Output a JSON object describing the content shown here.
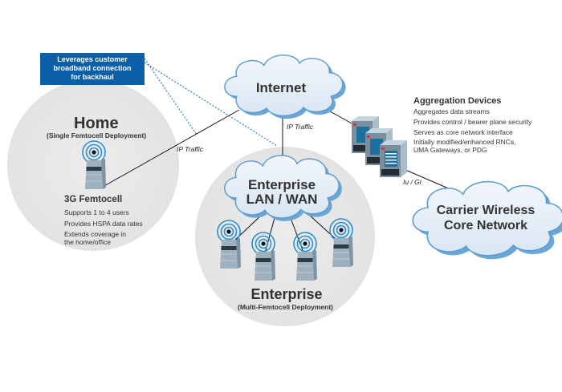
{
  "callout": {
    "lines": [
      "Leverages customer",
      "broadband connection",
      "for backhaul"
    ],
    "color": "#0b5ea8"
  },
  "home": {
    "title": "Home",
    "subtitle": "(Single Femtocell Deployment)",
    "device_title": "3G Femtocell",
    "bullets": [
      "Supports 1 to 4 users",
      "Provides HSPA data rates",
      "Extends coverage in",
      "the home/office"
    ]
  },
  "internet": {
    "label": "Internet"
  },
  "enterprise_cloud": {
    "line1": "Enterprise",
    "line2": "LAN / WAN"
  },
  "enterprise": {
    "title": "Enterprise",
    "subtitle": "(Multi-Femtocell Deployment)"
  },
  "carrier": {
    "line1": "Carrier Wireless",
    "line2": "Core Network"
  },
  "aggregation": {
    "title": "Aggregation Devices",
    "bullets": [
      "Aggregates data streams",
      "Provides control / bearer plane security",
      "Serves as core network interface",
      "Initially modified/enhanced RNCs,",
      "UMA Gateways, or PDG"
    ]
  },
  "links": {
    "home_ip": "IP Traffic",
    "enterprise_ip": "IP Traffic",
    "core": "Iu / Gi"
  },
  "icons": {
    "femtocell": "femtocell-tower-icon",
    "server": "server-icon",
    "cloud": "cloud-icon"
  }
}
